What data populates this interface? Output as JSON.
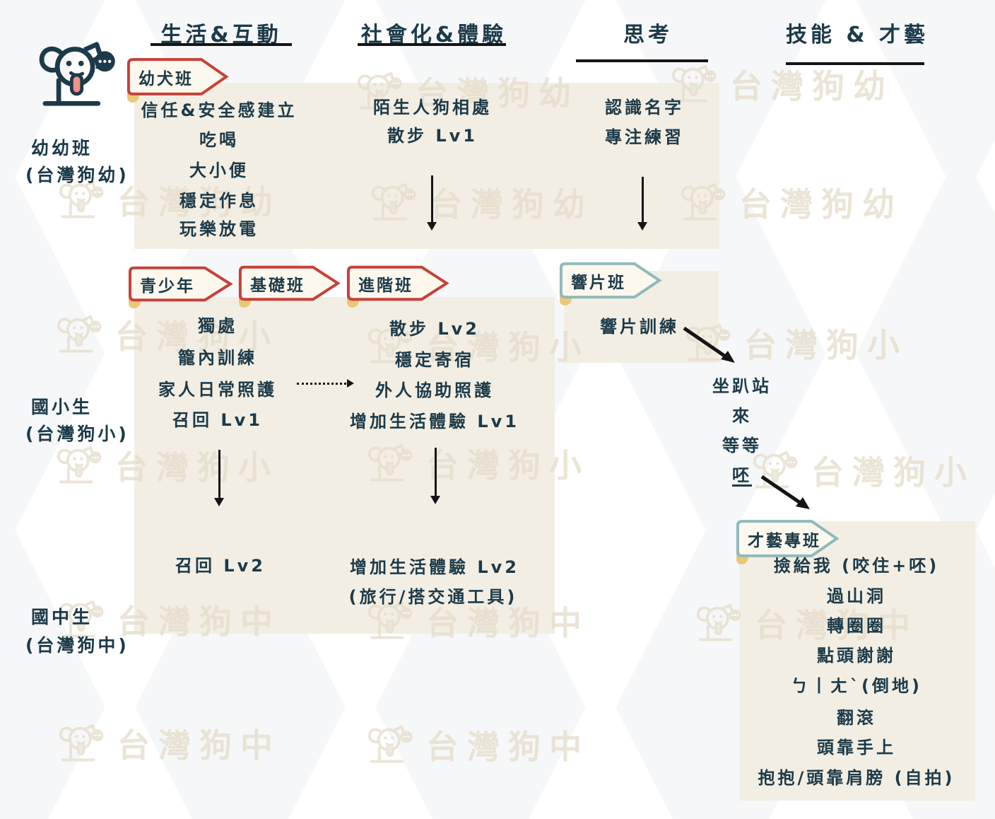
{
  "diagram": {
    "columns": [
      "生活&互動",
      "社會化&體驗",
      "思考",
      "技能 & 才藝"
    ],
    "stages": [
      {
        "label": "幼幼班",
        "alias": "(台灣狗幼)"
      },
      {
        "label": "國小生",
        "alias": "(台灣狗小)"
      },
      {
        "label": "國中生",
        "alias": "(台灣狗中)"
      }
    ],
    "banners": {
      "puppy": "幼犬班",
      "teen": "青少年",
      "basic": "基礎班",
      "advanced": "進階班",
      "clicker": "響片班",
      "talent": "才藝專班"
    },
    "puppy_class": {
      "life": [
        "信任&安全感建立",
        "吃喝",
        "大小便",
        "穩定作息",
        "玩樂放電"
      ],
      "social": [
        "陌生人狗相處",
        "散步 Lv1"
      ],
      "thinking": [
        "認識名字",
        "專注練習"
      ]
    },
    "teen_class": {
      "basic": [
        "獨處",
        "籠內訓練",
        "家人日常照護",
        "召回 Lv1"
      ],
      "advanced": [
        "散步 Lv2",
        "穩定寄宿",
        "外人協助照護",
        "增加生活體驗 Lv1"
      ],
      "recall_lv2": "召回  Lv2",
      "experience_lv2": "增加生活體驗  Lv2",
      "experience_lv2_note": "(旅行/搭交通工具)"
    },
    "clicker_class": {
      "item": "響片訓練",
      "cues": [
        "坐趴站",
        "來",
        "等等",
        "呸"
      ]
    },
    "talent_class": {
      "items": [
        "撿給我 (咬住+呸)",
        "過山洞",
        "轉圈圈",
        "點頭謝謝",
        "ㄅ丨ㄤˋ(倒地)",
        "翻滾",
        "頭靠手上",
        "抱抱/頭靠肩膀 (自拍)"
      ]
    },
    "watermarks": {
      "puppy": "台灣狗幼",
      "elementary": "台灣狗小",
      "junior": "台灣狗中"
    },
    "colors": {
      "accent_red": "#c6413a",
      "accent_teal": "#8fbabc",
      "text_navy": "#1c3a49",
      "box_beige": "#f3eee3",
      "banner_cream": "#fdf8ee",
      "fold_yellow": "#e9c878",
      "arrow_black": "#151515",
      "tongue_pink": "#f0918a"
    }
  }
}
